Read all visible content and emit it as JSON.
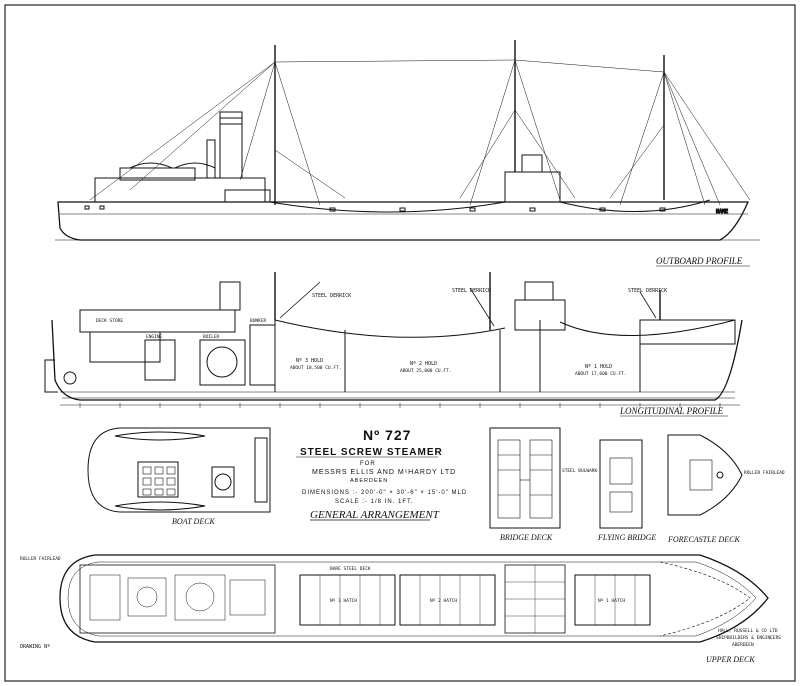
{
  "title_block": {
    "number": "Nº 727",
    "vessel_type": "STEEL SCREW STEAMER",
    "for_label": "FOR",
    "owners": "MESSRS ELLIS AND MᶜHARDY LTD",
    "port": "ABERDEEN",
    "dimensions": "DIMENSIONS :- 200'-0\" × 30'-6\" × 15'-0\" MLD",
    "scale": "SCALE :- 1/8 IN. 1FT.",
    "drawing_title": "GENERAL ARRANGEMENT"
  },
  "views": {
    "outboard_profile": "OUTBOARD PROFILE",
    "longitudinal_profile": "LONGITUDINAL PROFILE",
    "boat_deck": "BOAT DECK",
    "bridge_deck": "BRIDGE DECK",
    "flying_bridge": "FLYING BRIDGE",
    "forecastle_deck": "FORECASTLE DECK",
    "upper_deck": "UPPER DECK"
  },
  "labels": {
    "steel_derrick_1": "STEEL DERRICK",
    "steel_derrick_2": "STEEL DERRICK",
    "steel_derrick_3": "STEEL DERRICK",
    "hold_3": "Nº 3 HOLD",
    "hold_3_cap": "ABOUT 18,500 CU.FT.",
    "hold_2": "Nº 2 HOLD",
    "hold_2_cap": "ABOUT 25,000 CU.FT.",
    "hold_1": "Nº 1 HOLD",
    "hold_1_cap": "ABOUT 17,600 CU.FT.",
    "boiler": "BOILER",
    "engine": "ENGINE",
    "bunker": "BUNKER",
    "deck_store": "DECK STORE",
    "steel_bulwark": "STEEL BULWARK",
    "roller_fairlead": "ROLLER FAIRLEAD",
    "hatch_3": "Nº 3 HATCH",
    "hatch_2": "Nº 2 HATCH",
    "hatch_1": "Nº 1 HATCH",
    "bare_steel_deck": "BARE STEEL DECK",
    "name": "NAME",
    "drawing_no": "DRAWING Nº",
    "builder": "HALL, RUSSELL & CO LTD",
    "builder_2": "SHIPBUILDERS & ENGINEERS",
    "builder_3": "ABERDEEN"
  }
}
